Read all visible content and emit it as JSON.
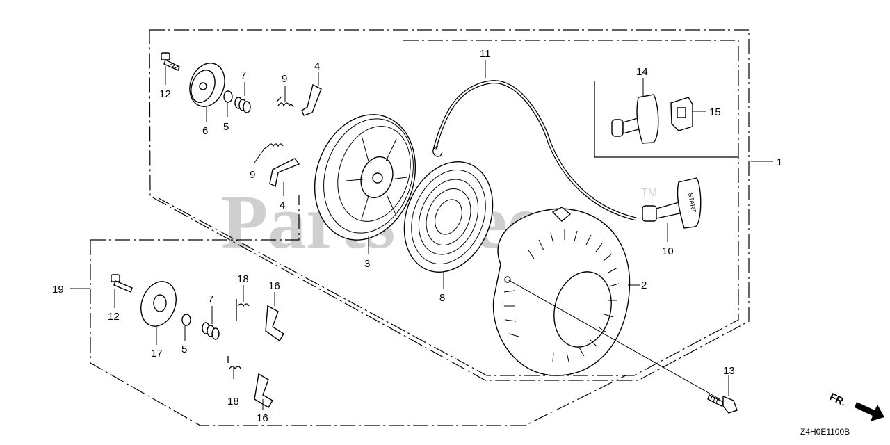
{
  "watermark": {
    "text": "PartsTree",
    "trademark": "TM"
  },
  "direction_indicator": "FR.",
  "diagram_code": "Z4H0E1100B",
  "callouts": {
    "c1": "1",
    "c2": "2",
    "c3": "3",
    "c4a": "4",
    "c4b": "4",
    "c5a": "5",
    "c5b": "5",
    "c6": "6",
    "c7a": "7",
    "c7b": "7",
    "c8": "8",
    "c9a": "9",
    "c9b": "9",
    "c10": "10",
    "c11": "11",
    "c12a": "12",
    "c12b": "12",
    "c13": "13",
    "c14": "14",
    "c15": "15",
    "c16a": "16",
    "c16b": "16",
    "c17": "17",
    "c18a": "18",
    "c18b": "18",
    "c19": "19"
  },
  "handle_label": "START"
}
